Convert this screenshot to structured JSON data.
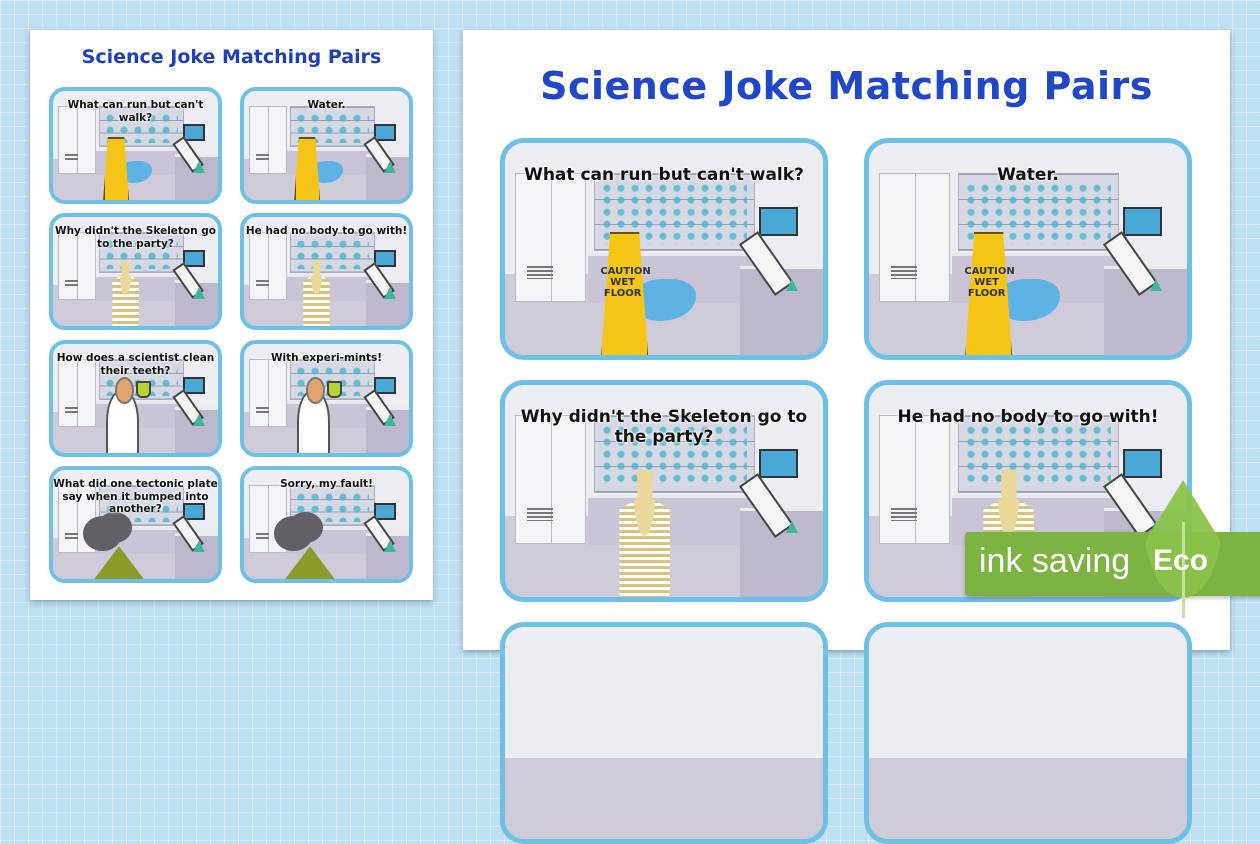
{
  "document": {
    "title": "Science Joke Matching Pairs",
    "cards": [
      {
        "text": "What can run but can't walk?",
        "illustration": "wet-floor-sign"
      },
      {
        "text": "Water.",
        "illustration": "wet-floor-sign"
      },
      {
        "text": "Why didn't the Skeleton go to the party?",
        "illustration": "skeleton"
      },
      {
        "text": "He had no body to go with!",
        "illustration": "skeleton"
      },
      {
        "text": "How does a scientist clean their teeth?",
        "illustration": "scientist"
      },
      {
        "text": "With experi-mints!",
        "illustration": "scientist"
      },
      {
        "text": "What did one tectonic plate say when it bumped into another?",
        "illustration": "volcano"
      },
      {
        "text": "Sorry, my fault!",
        "illustration": "volcano"
      }
    ],
    "sign_text": "CAUTION WET FLOOR"
  },
  "badge": {
    "text": "ink saving",
    "label": "Eco",
    "color": "#7cb342"
  },
  "colors": {
    "title": "#1d3fb8",
    "card_border": "#6fc0e6"
  }
}
